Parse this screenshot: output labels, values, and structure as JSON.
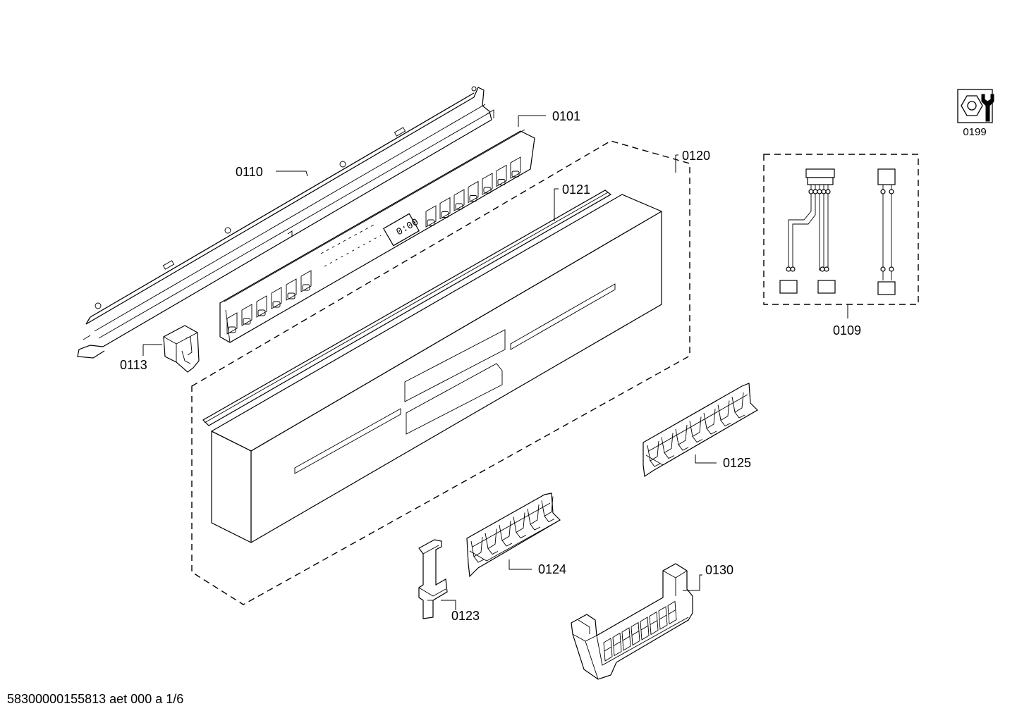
{
  "callouts": {
    "p0101": "0101",
    "p0109": "0109",
    "p0110": "0110",
    "p0113": "0113",
    "p0120": "0120",
    "p0121": "0121",
    "p0123": "0123",
    "p0124": "0124",
    "p0125": "0125",
    "p0130": "0130",
    "p0199": "0199"
  },
  "display_readout": "0:00",
  "footer": "58300000155813 aet 000 a 1/6",
  "icons": {
    "tool": "wrench-and-nut-icon"
  }
}
